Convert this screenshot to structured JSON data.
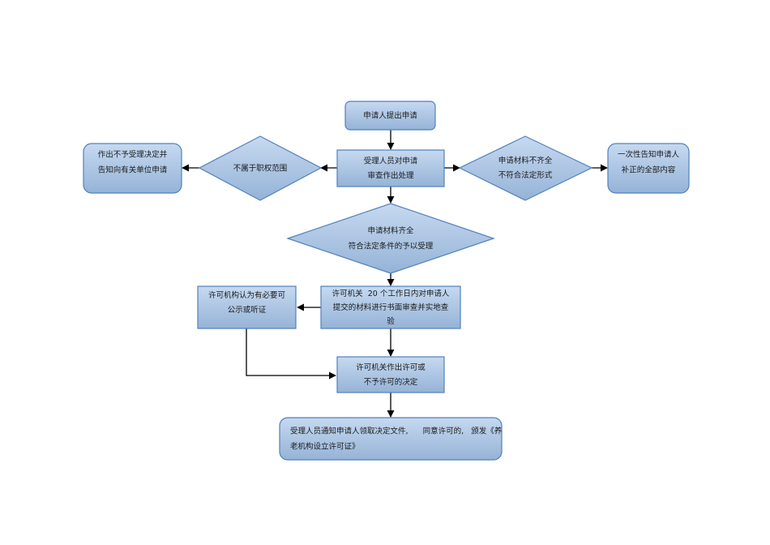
{
  "flowchart": {
    "start": {
      "lines": [
        "申请人提出申请"
      ]
    },
    "review": {
      "lines": [
        "受理人员对申请",
        "审查作出处理"
      ]
    },
    "not_in_scope": {
      "lines": [
        "不属于职权范围"
      ]
    },
    "reject_notice": {
      "lines": [
        "作出不予受理决定并",
        "告知向有关单位申请"
      ]
    },
    "incomplete": {
      "lines": [
        "申请材料不齐全",
        "不符合法定形式"
      ]
    },
    "supplement_notice": {
      "lines": [
        "一次性告知申请人",
        "补正的全部内容"
      ]
    },
    "accept": {
      "lines": [
        "申请材料齐全",
        "符合法定条件的予以受理"
      ]
    },
    "inspection": {
      "lines": [
        "许可机关  20 个工作日内对申请人",
        "提交的材料进行书面审查并实地查",
        "验"
      ]
    },
    "hearing": {
      "lines": [
        "许可机构认为有必要可",
        "公示或听证"
      ]
    },
    "decision": {
      "lines": [
        "许可机关作出许可或",
        "不予许可的决定"
      ]
    },
    "notify": {
      "lines": [
        "受理人员通知申请人领取决定文件,      同意许可的,   颁发《养",
        "老机构设立许可证》"
      ]
    }
  },
  "colors": {
    "fill_top": "#c6d9f0",
    "fill_bottom": "#95b3d7",
    "stroke": "#4f81bd",
    "arrow": "#000000"
  }
}
